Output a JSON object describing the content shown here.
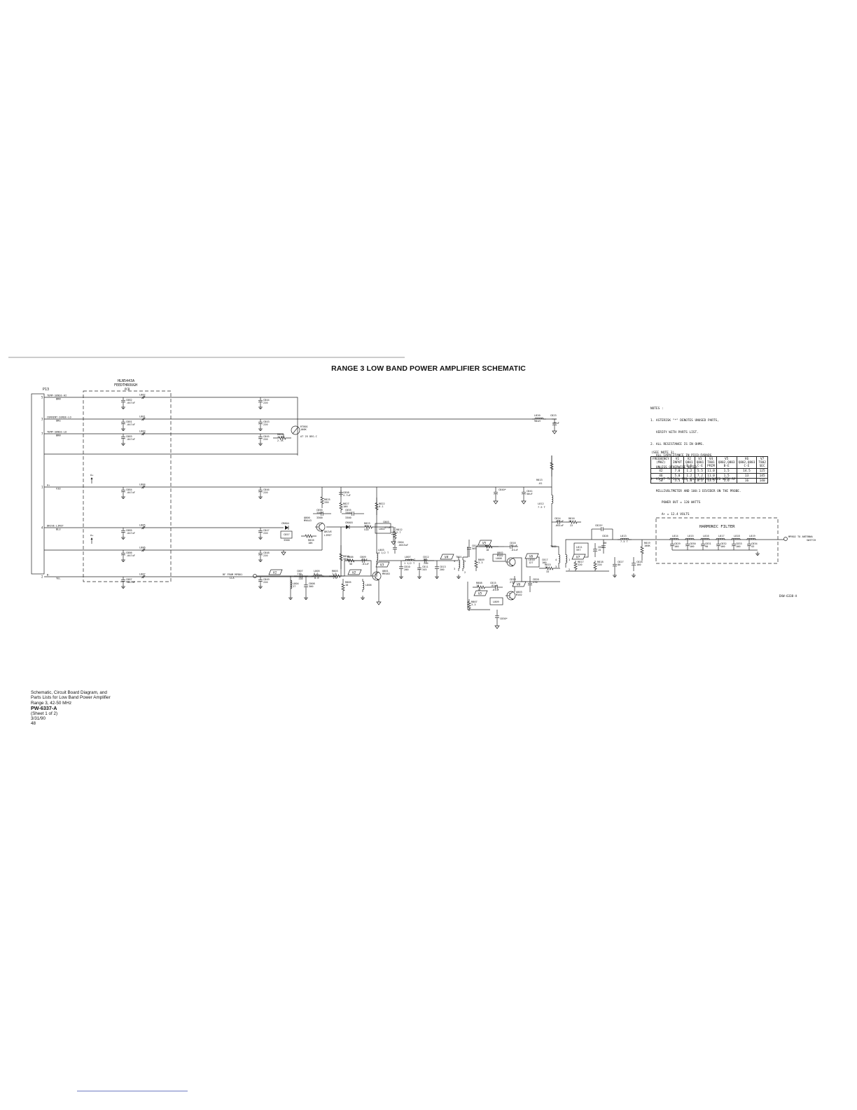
{
  "title": "RANGE 3 LOW BAND POWER AMPLIFIER SCHEMATIC",
  "feedthrough": {
    "part": "HLN5443A",
    "label": "FEEDTHROUGH",
    "sub": "PCB"
  },
  "connector": {
    "name": "P13",
    "pins": [
      {
        "num": "5",
        "signal": "TEMP-SENSE-HI",
        "wire": "BRN"
      },
      {
        "num": "3",
        "signal": "CURRENT-SENSE-LO",
        "wire": "ORG"
      },
      {
        "num": "7",
        "signal": "TEMP-SENSE-LO",
        "wire": "BRN"
      },
      {
        "num": "1",
        "signal": "A+",
        "wire": "VIO"
      },
      {
        "num": "4",
        "signal": "DRIVE-LIMIT",
        "wire": "BLU"
      },
      {
        "num": "2",
        "signal": "B-",
        "wire": "YEL"
      }
    ]
  },
  "feed_parts": {
    "inductors": [
      "L882",
      "L881",
      "L883",
      "L884",
      "L885",
      "L886",
      "L887"
    ],
    "caps_in": [
      {
        "ref": "C882",
        "val": ".047uF"
      },
      {
        "ref": "C881",
        "val": ".047uF"
      },
      {
        "ref": "C883",
        "val": ".047uF"
      },
      {
        "ref": "C884",
        "val": ".047uF"
      },
      {
        "ref": "C885",
        "val": ".047uF"
      },
      {
        "ref": "C886",
        "val": ".047uF"
      },
      {
        "ref": "C887",
        "val": ".047uF"
      }
    ],
    "caps_out": [
      {
        "ref": "C844",
        "val": "220"
      },
      {
        "ref": "C843",
        "val": "220"
      },
      {
        "ref": "C845",
        "val": "220"
      },
      {
        "ref": "C846",
        "val": "220"
      },
      {
        "ref": "C847",
        "val": "220"
      },
      {
        "ref": "C848",
        "val": "220"
      },
      {
        "ref": "C849",
        "val": "220"
      }
    ],
    "aplus": "A+"
  },
  "components": {
    "rt801": {
      "ref": "RT801",
      "val": "100K",
      "note": "AT 25 DEG.C"
    },
    "r801": {
      "ref": "R801",
      "val": "2.7K"
    },
    "q800": {
      "ref": "Q800",
      "type": "M9643"
    },
    "cr804": {
      "ref": "CR804"
    },
    "c857": {
      "ref": "C857",
      "val": "3300"
    },
    "r826": {
      "ref": "R826",
      "val": "10K"
    },
    "drive_limit": [
      "DRIVE",
      "LIMIT"
    ],
    "r825": {
      "ref": "R825",
      "val": "330"
    },
    "c856": {
      "ref": "C856",
      "val": "3300"
    },
    "c858": {
      "ref": "C858",
      "val": "4.7uF"
    },
    "r827": {
      "ref": "R827",
      "val": "100"
    },
    "c855": {
      "ref": "C855",
      "val": "3300"
    },
    "cr803": {
      "ref": "CR803"
    },
    "r823": {
      "ref": "R823",
      "val": "510"
    },
    "r822": {
      "ref": "R822",
      "val": "0.1"
    },
    "c803": {
      "ref": "C803",
      "val": ".47uF"
    },
    "r824": {
      "ref": "R824",
      "val": "384"
    },
    "l802": {
      "ref": "L802"
    },
    "r812": {
      "ref": "R812",
      "val": "2.7"
    },
    "c804": {
      "ref": "C804",
      "val": ".0015uF"
    },
    "l803": {
      "ref": "L803",
      "val": "4 1/2 T"
    },
    "c840": {
      "ref": "C840*"
    },
    "c841": {
      "ref": "C841",
      "val": "50uF"
    },
    "r813": {
      "ref": "R813",
      "val": ".01"
    },
    "l812": {
      "ref": "L812",
      "val": "7.5 T"
    },
    "l820": {
      "ref": "L820",
      "val": "90uH"
    },
    "c823": {
      "ref": "C823",
      "val": ".47uF"
    },
    "c824": {
      "ref": "C824",
      "val": ".001uF"
    },
    "r816": {
      "ref": "R816",
      "val": "22"
    },
    "rf_in": "RF FROM MP801",
    "lla": "LLA",
    "c807": {
      "ref": "C807",
      "val": "110"
    },
    "l804": {
      "ref": "L804",
      "val": "27"
    },
    "l805": {
      "ref": "L805",
      "val": "8.6"
    },
    "c808": {
      "ref": "C808",
      "val": "300"
    },
    "r803": {
      "ref": "R803",
      "val": "1.0"
    },
    "r805": {
      "ref": "R805",
      "val": "10"
    },
    "l806": {
      "ref": "L806"
    },
    "r806": {
      "ref": "R806",
      "val": "56"
    },
    "c809": {
      "ref": "C809",
      "val": ".01uF"
    },
    "q801": {
      "ref": "Q801",
      "type": "M9583"
    },
    "l807": {
      "ref": "L807",
      "val": "1 1/2 T"
    },
    "c810": {
      "ref": "C810",
      "val": "200"
    },
    "c812": {
      "ref": "C812",
      "val": "240"
    },
    "c811": {
      "ref": "C811",
      "val": "345"
    },
    "c813": {
      "ref": "C813",
      "val": "200"
    },
    "t801": {
      "ref": "T801"
    },
    "c814": {
      "ref": "C814",
      "val": "565"
    },
    "r810": {
      "ref": "R810",
      "val": "18"
    },
    "c816": {
      "ref": "C816",
      "val": ".01uF"
    },
    "q802": {
      "ref": "Q802",
      "type": "M102"
    },
    "r809": {
      "ref": "R809",
      "val": "3.3"
    },
    "l808": {
      "ref": "L808"
    },
    "l810": {
      "ref": "L810",
      "val": "127"
    },
    "c817": {
      "ref": "C817",
      "val": "100"
    },
    "r815": {
      "ref": "R815",
      "val": "33"
    },
    "c819": {
      "ref": "C819",
      "val": "270"
    },
    "c820": {
      "ref": "C820",
      "val": "270"
    },
    "r808": {
      "ref": "R808",
      "val": "18"
    },
    "c815": {
      "ref": "C815",
      "val": ".01uF"
    },
    "q803": {
      "ref": "Q803",
      "type": "M102"
    },
    "r807": {
      "ref": "R807",
      "val": "3.3"
    },
    "l809": {
      "ref": "L809"
    },
    "c836": {
      "ref": "C836*"
    },
    "t802": {
      "ref": "T802"
    },
    "l811": {
      "ref": "L811",
      "val": "597"
    },
    "c818": {
      "ref": "C818",
      "val": "15"
    },
    "r817": {
      "ref": "R817",
      "val": "220"
    },
    "r818": {
      "ref": "R818",
      "val": "220"
    },
    "c826": {
      "ref": "C826",
      "val": "60"
    },
    "c827": {
      "ref": "C827",
      "val": "80"
    },
    "c825": {
      "ref": "C825*"
    },
    "l813": {
      "ref": "L813",
      "val": "7.5 T"
    },
    "r819": {
      "ref": "R819",
      "val": "100K"
    },
    "c828": {
      "ref": "C828",
      "val": "100"
    }
  },
  "harmonic_filter": {
    "label": "HARMONIC FILTER",
    "inductors": [
      "L814",
      "L815",
      "L816",
      "L817",
      "L818",
      "L819"
    ],
    "caps": [
      {
        "ref": "C829",
        "val": "100"
      },
      {
        "ref": "C830",
        "val": "100"
      },
      {
        "ref": "C831",
        "val": "90"
      },
      {
        "ref": "C832",
        "val": "100"
      },
      {
        "ref": "C833",
        "val": "100"
      },
      {
        "ref": "C834",
        "val": "43"
      }
    ],
    "output": "MP802 TO ANTENNA SWITCH"
  },
  "probes": [
    "V1",
    "V2",
    "V3",
    "V4",
    "V5",
    "V6",
    "V5",
    "V6",
    "V7"
  ],
  "notes": {
    "header": "NOTES :",
    "lines": [
      "1. ASTERISK \"*\" DENOTES UNUSED PARTS,",
      "   VERIFY WITH PARTS LIST.",
      "2. ALL RESISTANCE IS IN OHMS.",
      "   ALL CAPACITANCE IN PICO-FARADS",
      "   UNLESS OTHERWISE NOTED.",
      "3. V1-V7 TYPICAL RMS VOLTAGES MEASURED WITH RF",
      "   MILLIVOLTMETER AND 100:1 DIVIDER ON THE PROBE.",
      "      POWER OUT = 120 WATTS",
      "      A+ = 12.4 VOLTS"
    ]
  },
  "voltage_table": {
    "see_note": "(SEE NOTE 3)",
    "headers": [
      [
        "FREQUENCY",
        "(MHZ)"
      ],
      [
        "V1",
        "INPUT"
      ],
      [
        "V2",
        "Q801",
        "B-E"
      ],
      [
        "V3",
        "Q801",
        "C-E"
      ],
      [
        "V4",
        "T801",
        "PRIM"
      ],
      [
        "V5",
        "Q802,Q803",
        "B-E"
      ],
      [
        "V6",
        "Q802,Q803",
        "C-E"
      ],
      [
        "V7",
        "T802",
        "SEC"
      ]
    ],
    "rows": [
      [
        "42",
        "7.0",
        "1.2",
        "5.5",
        "11.0",
        "1.5",
        "14.5",
        "125"
      ],
      [
        "46",
        "5.0",
        "1.2",
        "7.2",
        "11.0",
        "1.5",
        "13",
        "145"
      ],
      [
        "50",
        "5.1",
        "1.0",
        "8.2",
        "13.5",
        "1.6",
        "16",
        "140"
      ]
    ]
  },
  "drawing_number": "DXW-6338-A",
  "footer": {
    "lines": [
      "Schematic, Circuit Board Diagram, and",
      "Parts Lists for Low Band Power Amplifier",
      "Range 3, 42-50 MHz"
    ],
    "doc": "PW-6337-A",
    "sheet": "(Sheet 1 of 2)",
    "date": "3/31/90",
    "page": "48"
  }
}
